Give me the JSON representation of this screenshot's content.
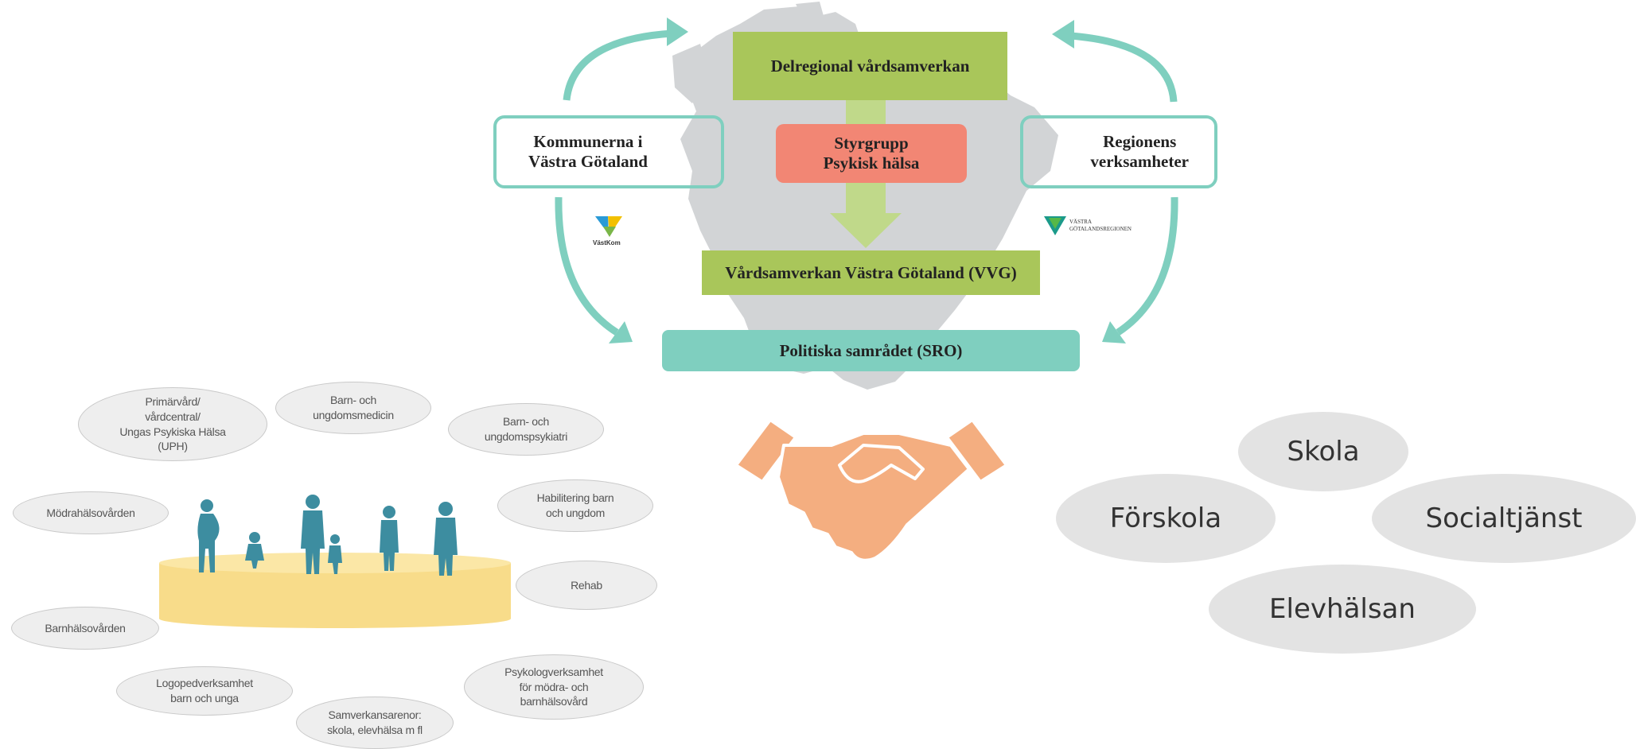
{
  "governance": {
    "top_box": "Delregional vårdsamverkan",
    "styrgrupp": "Styrgrupp\nPsykisk hälsa",
    "vvg": "Vårdsamverkan Västra Götaland (VVG)",
    "sro": "Politiska samrådet (SRO)",
    "kommunerna": "Kommunerna i\nVästra Götaland",
    "regionens": "Regionens\nverksamheter",
    "logo_vastkom": "VästKom",
    "logo_vgr_line1": "VÄSTRA",
    "logo_vgr_line2": "GÖTALANDSREGIONEN"
  },
  "care_network": {
    "items": [
      "Primärvård/\nvårdcentral/\nUngas Psykiska Hälsa\n(UPH)",
      "Barn- och\nungdomsmedicin",
      "Barn- och\nungdomspsykiatri",
      "Mödrahälsovården",
      "Habilitering barn\noch ungdom",
      "Rehab",
      "Barnhälsovården",
      "Logopedverksamhet\nbarn och unga",
      "Psykologverksamhet\nför mödra- och\nbarnhälsovård",
      "Samverkansarenor:\nskola, elevhälsa m fl"
    ]
  },
  "school_network": {
    "items": [
      "Skola",
      "Förskola",
      "Socialtjänst",
      "Elevhälsan"
    ]
  },
  "colors": {
    "green": "#a9c65a",
    "coral": "#f28674",
    "teal": "#7fcfbf",
    "handshake": "#f4ae80",
    "people": "#3d8da0",
    "platform": "#f8dc8a",
    "map": "#d2d4d6"
  }
}
